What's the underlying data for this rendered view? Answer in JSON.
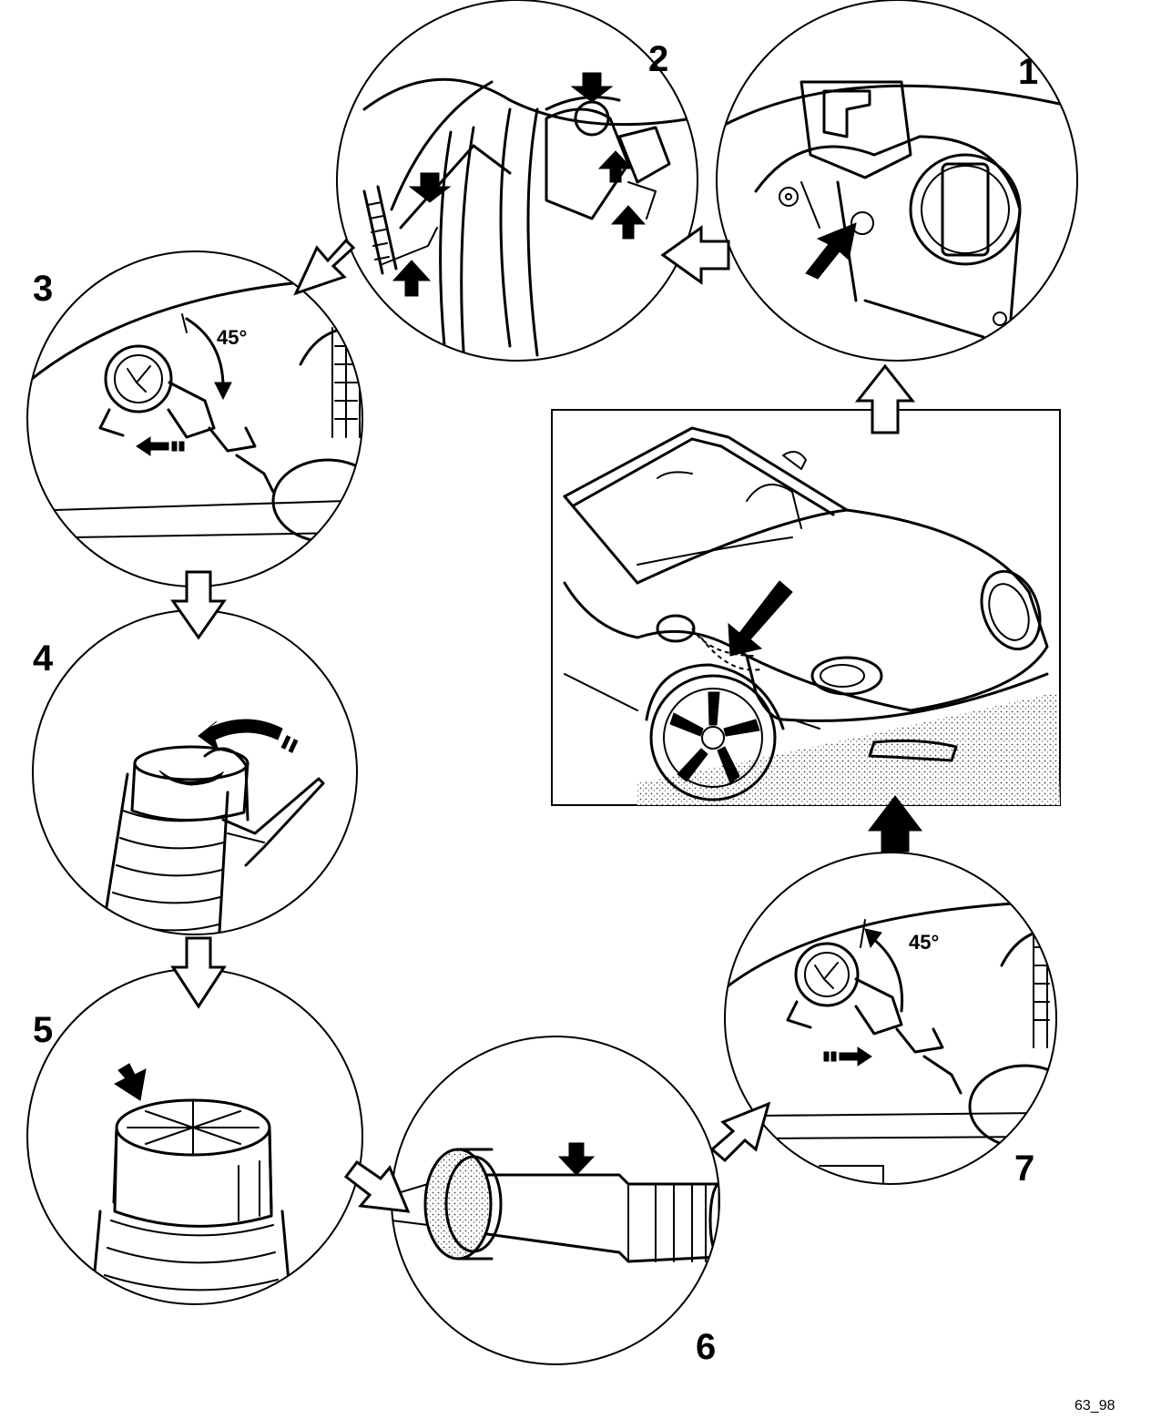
{
  "steps": [
    {
      "number": "1"
    },
    {
      "number": "2"
    },
    {
      "number": "3",
      "angle": "45°"
    },
    {
      "number": "4"
    },
    {
      "number": "5"
    },
    {
      "number": "6"
    },
    {
      "number": "7",
      "angle": "45°"
    }
  ],
  "figure_ref": "63_98",
  "colors": {
    "ink": "#000000",
    "paper": "#ffffff",
    "shade": "#888888"
  }
}
